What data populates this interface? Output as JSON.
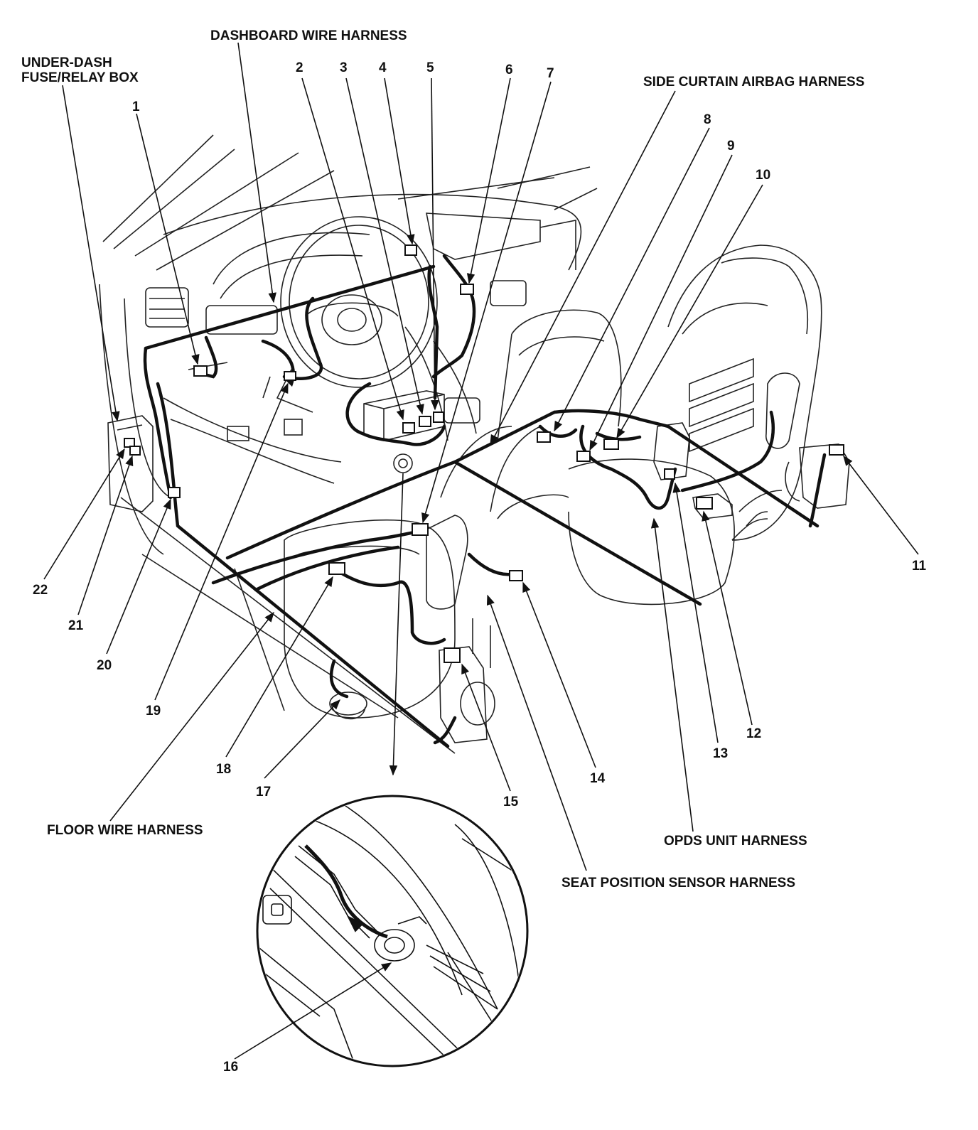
{
  "labels": {
    "under_dash_line1": "UNDER-DASH",
    "under_dash_line2": "FUSE/RELAY BOX",
    "dashboard_harness": "DASHBOARD WIRE HARNESS",
    "side_curtain_harness": "SIDE CURTAIN AIRBAG HARNESS",
    "floor_harness": "FLOOR WIRE HARNESS",
    "opds_harness": "OPDS UNIT HARNESS",
    "seat_position_harness": "SEAT POSITION SENSOR HARNESS"
  },
  "callouts": [
    "1",
    "2",
    "3",
    "4",
    "5",
    "6",
    "7",
    "8",
    "9",
    "10",
    "11",
    "12",
    "13",
    "14",
    "15",
    "16",
    "17",
    "18",
    "19",
    "20",
    "21",
    "22"
  ],
  "colors": {
    "ink": "#111111",
    "paper": "#ffffff"
  }
}
